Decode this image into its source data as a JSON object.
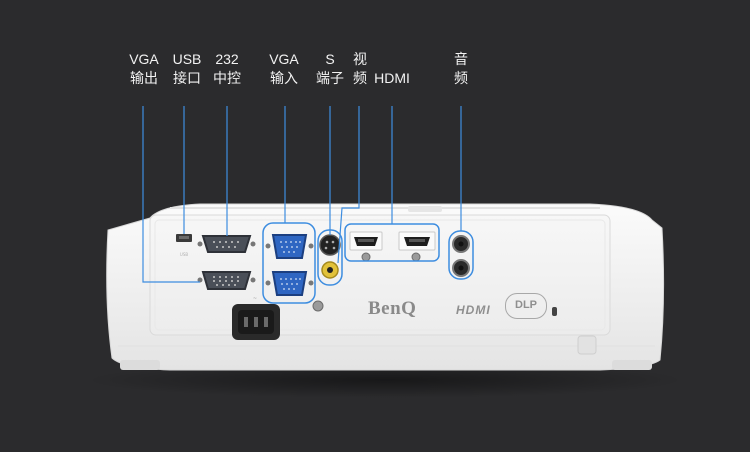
{
  "labels": {
    "vga_out": {
      "line1": "VGA",
      "line2": "输出"
    },
    "usb": {
      "line1": "USB",
      "line2": "接口"
    },
    "rs232": {
      "line1": "232",
      "line2": "中控"
    },
    "vga_in": {
      "line1": "VGA",
      "line2": "输入"
    },
    "s_video": {
      "line1": "S",
      "line2": "端子"
    },
    "video": {
      "line1": "视",
      "line2": "频"
    },
    "hdmi": {
      "line1": "HDMI"
    },
    "audio": {
      "line1": "音",
      "line2": "频"
    }
  },
  "logos": {
    "brand": "BenQ",
    "hdmi": "HDMI",
    "dlp": "DLP"
  },
  "colors": {
    "background": "#2b2b2d",
    "callout_line": "#3d8de0",
    "projector_body": "#f4f4f4"
  }
}
